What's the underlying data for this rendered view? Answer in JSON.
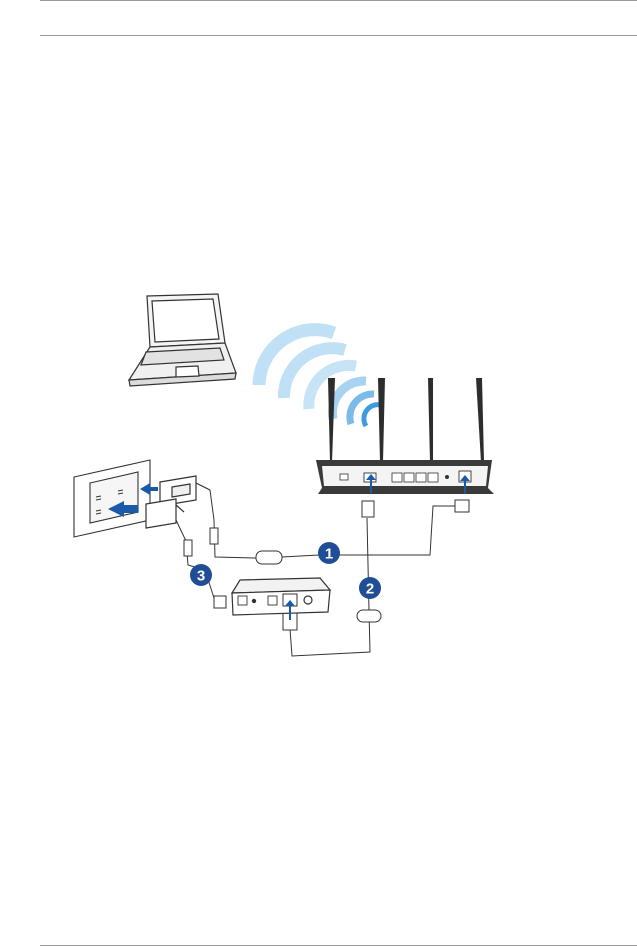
{
  "diagram": {
    "steps": [
      {
        "id": "1",
        "label": "1"
      },
      {
        "id": "2",
        "label": "2"
      },
      {
        "id": "3",
        "label": "3"
      }
    ],
    "colors": {
      "step_badge": "#1f4e96",
      "wifi_wave": "#bfe0f5",
      "wifi_wave_inner": "#3e9be0",
      "arrow": "#1a5aa8",
      "outline": "#333333"
    },
    "icons": [
      "laptop-icon",
      "wifi-waves-icon",
      "router-icon",
      "wall-outlet-icon",
      "power-adapter-icon",
      "modem-icon",
      "power-cable-icon",
      "ethernet-cable-icon"
    ]
  }
}
